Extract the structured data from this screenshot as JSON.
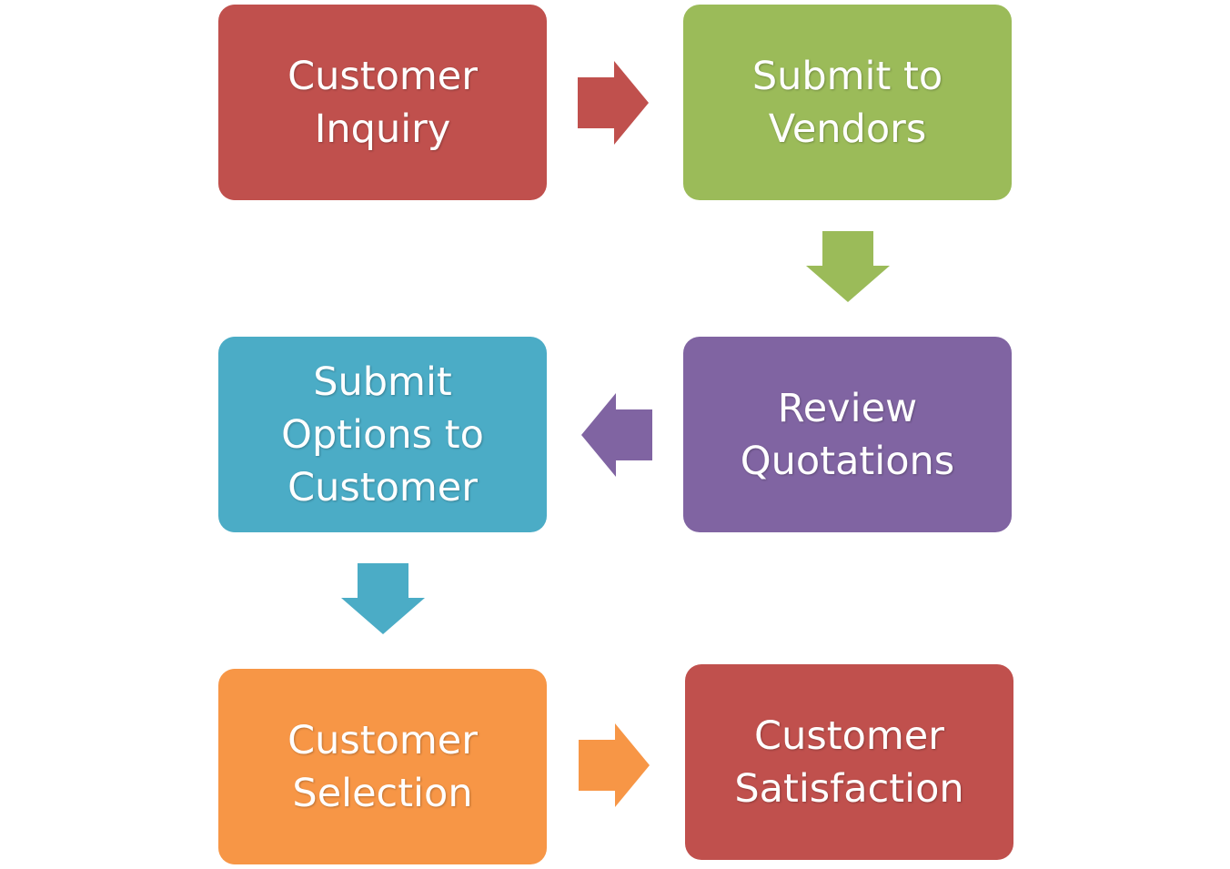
{
  "steps": [
    {
      "id": "inquiry",
      "label": "Customer\nInquiry",
      "color": "#C0504D"
    },
    {
      "id": "vendors",
      "label": "Submit to\nVendors",
      "color": "#9BBB59"
    },
    {
      "id": "review",
      "label": "Review\nQuotations",
      "color": "#8064A2"
    },
    {
      "id": "options",
      "label": "Submit\nOptions to\nCustomer",
      "color": "#4BACC6"
    },
    {
      "id": "selection",
      "label": "Customer\nSelection",
      "color": "#F79646"
    },
    {
      "id": "satisfaction",
      "label": "Customer\nSatisfaction",
      "color": "#C0504D"
    }
  ],
  "connectors": [
    {
      "from": "inquiry",
      "to": "vendors",
      "direction": "right",
      "color": "#C0504D"
    },
    {
      "from": "vendors",
      "to": "review",
      "direction": "down",
      "color": "#9BBB59"
    },
    {
      "from": "review",
      "to": "options",
      "direction": "left",
      "color": "#8064A2"
    },
    {
      "from": "options",
      "to": "selection",
      "direction": "down",
      "color": "#4BACC6"
    },
    {
      "from": "selection",
      "to": "satisfaction",
      "direction": "right",
      "color": "#F79646"
    }
  ]
}
